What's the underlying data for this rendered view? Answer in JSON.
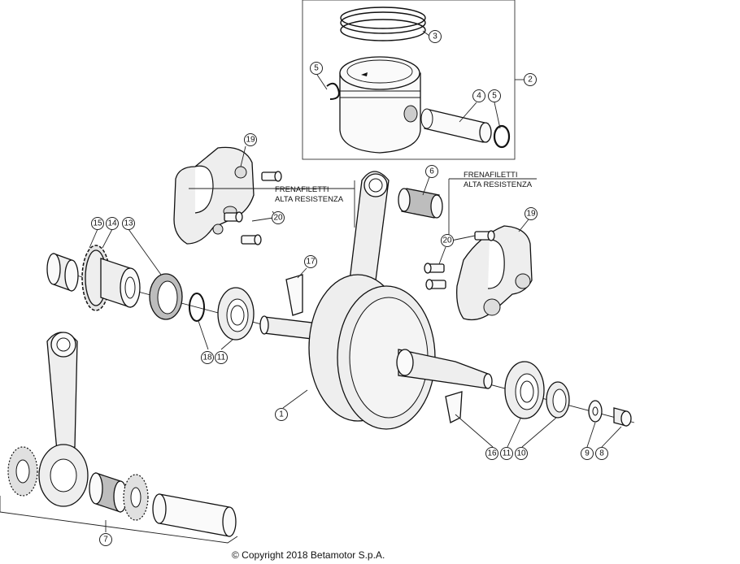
{
  "callouts": {
    "c1": "1",
    "c2": "2",
    "c3": "3",
    "c4": "4",
    "c5a": "5",
    "c5b": "5",
    "c6": "6",
    "c7": "7",
    "c8": "8",
    "c9": "9",
    "c10": "10",
    "c11a": "11",
    "c11b": "11",
    "c13": "13",
    "c14": "14",
    "c15": "15",
    "c16": "16",
    "c17": "17",
    "c18": "18",
    "c19a": "19",
    "c19b": "19",
    "c20a": "20",
    "c20b": "20"
  },
  "notes": {
    "left_line1": "FRENAFILETTI",
    "left_line2": "ALTA RESISTENZA",
    "right_line1": "FRENAFILETTI",
    "right_line2": "ALTA RESISTENZA"
  },
  "footer": {
    "copyright": "© Copyright 2018 Betamotor S.p.A."
  },
  "colors": {
    "line": "#111111",
    "part_fill": "#eeeeee",
    "background": "#ffffff"
  }
}
